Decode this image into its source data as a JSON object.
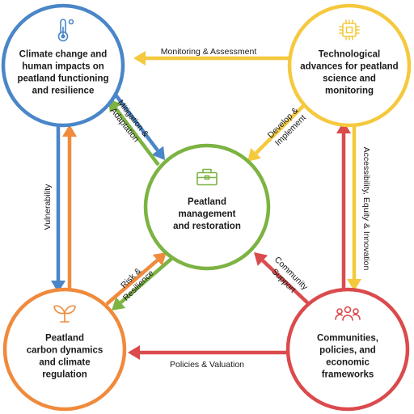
{
  "colors": {
    "blue": "#4a86c8",
    "yellow": "#f5c93e",
    "green": "#7cb342",
    "orange": "#f08a3c",
    "red": "#db4a4c",
    "text": "#1a1a1a"
  },
  "nodes": {
    "climate": {
      "icon": "thermometer-icon",
      "lines": [
        "Climate change and",
        "human impacts on",
        "peatland functioning",
        "and resilience"
      ]
    },
    "tech": {
      "icon": "microchip-icon",
      "lines": [
        "Technological",
        "advances for peatland",
        "science and",
        "monitoring"
      ]
    },
    "center": {
      "icon": "toolbox-icon",
      "lines": [
        "Peatland",
        "management",
        "and restoration"
      ]
    },
    "carbon": {
      "icon": "sprout-icon",
      "lines": [
        "Peatland",
        "carbon dynamics",
        "and climate",
        "regulation"
      ]
    },
    "communities": {
      "icon": "people-icon",
      "lines": [
        "Communities,",
        "policies, and",
        "economic",
        "frameworks"
      ]
    }
  },
  "edges": {
    "monitoring": [
      "Monitoring & Assessment"
    ],
    "mitigation": [
      "Mitigation &",
      "Adaptation"
    ],
    "develop": [
      "Develop &",
      "Implement"
    ],
    "vulnerability": [
      "Vulnerability"
    ],
    "accessibility": [
      "Accessibility, Equity & Innovation"
    ],
    "risk": [
      "Risk &",
      "Resilience"
    ],
    "community": [
      "Community",
      "Support"
    ],
    "policies": [
      "Policies & Valuation"
    ]
  }
}
